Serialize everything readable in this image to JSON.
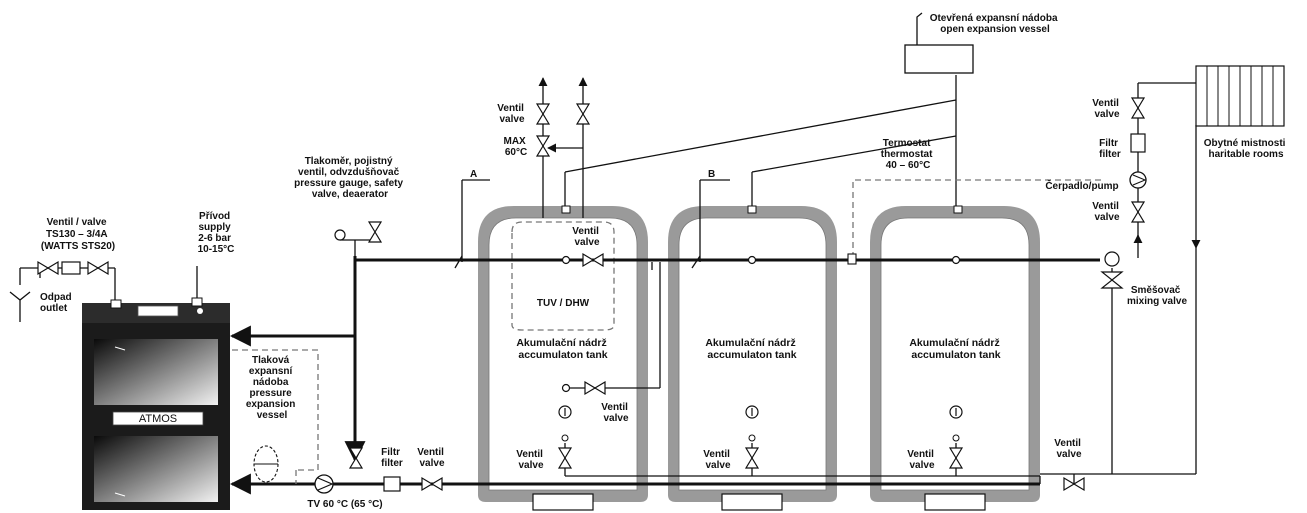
{
  "labels": {
    "valve_ts130": [
      "Ventil / valve",
      "TS130 – 3/4A",
      "(WATTS STS20)"
    ],
    "supply": [
      "Přívod",
      "supply",
      "2-6 bar",
      "10-15°C"
    ],
    "outlet": [
      "Odpad",
      "outlet"
    ],
    "safety_group": [
      "Tlakoměr, pojistný",
      "ventil, odvzdušňovač",
      "pressure gauge, safety",
      "valve, deaerator"
    ],
    "pressure_vessel": [
      "Tlaková",
      "expansní",
      "nádoba",
      "pressure",
      "expansion",
      "vessel"
    ],
    "boiler_brand": "ATMOS",
    "tv_temp": "TV 60 °C (65 °C)",
    "filter_bottom": [
      "Filtr",
      "filter"
    ],
    "valve_bottom": [
      "Ventil",
      "valve"
    ],
    "point_a": "A",
    "point_b": "B",
    "valve_top": [
      "Ventil",
      "valve"
    ],
    "max_temp": [
      "MAX",
      "60°C"
    ],
    "dhw": "TUV / DHW",
    "valve_dhw": [
      "Ventil",
      "valve"
    ],
    "valve_coil": [
      "Ventil",
      "valve"
    ],
    "tank1": [
      "Akumulační nádrž",
      "accumulaton tank"
    ],
    "tank2": [
      "Akumulační nádrž",
      "accumulaton tank"
    ],
    "tank3": [
      "Akumulační nádrž",
      "accumulaton tank"
    ],
    "valve_t1": [
      "Ventil",
      "valve"
    ],
    "valve_t2": [
      "Ventil",
      "valve"
    ],
    "valve_t3": [
      "Ventil",
      "valve"
    ],
    "open_vessel": [
      "Otevřená expansní nádoba",
      "open expansion vessel"
    ],
    "thermostat": [
      "Termostat",
      "thermostat",
      "40 – 60°C"
    ],
    "valve_right_top": [
      "Ventil",
      "valve"
    ],
    "filter_right": [
      "Filtr",
      "filter"
    ],
    "pump_right": "Čerpadlo/pump",
    "valve_right_mid": [
      "Ventil",
      "valve"
    ],
    "mixing_valve": [
      "Směšovač",
      "mixing valve"
    ],
    "rooms": [
      "Obytné mistnosti",
      "haritable rooms"
    ],
    "valve_right_bottom": [
      "Ventil",
      "valve"
    ]
  },
  "colors": {
    "line": "#111111",
    "tank_wall": "#9a9a9a",
    "dashed": "#777777"
  },
  "icons": [
    "valve-icon",
    "pump-icon",
    "filter-icon",
    "thermometer-icon",
    "radiator-icon",
    "boiler-icon",
    "mixing-valve-icon"
  ]
}
